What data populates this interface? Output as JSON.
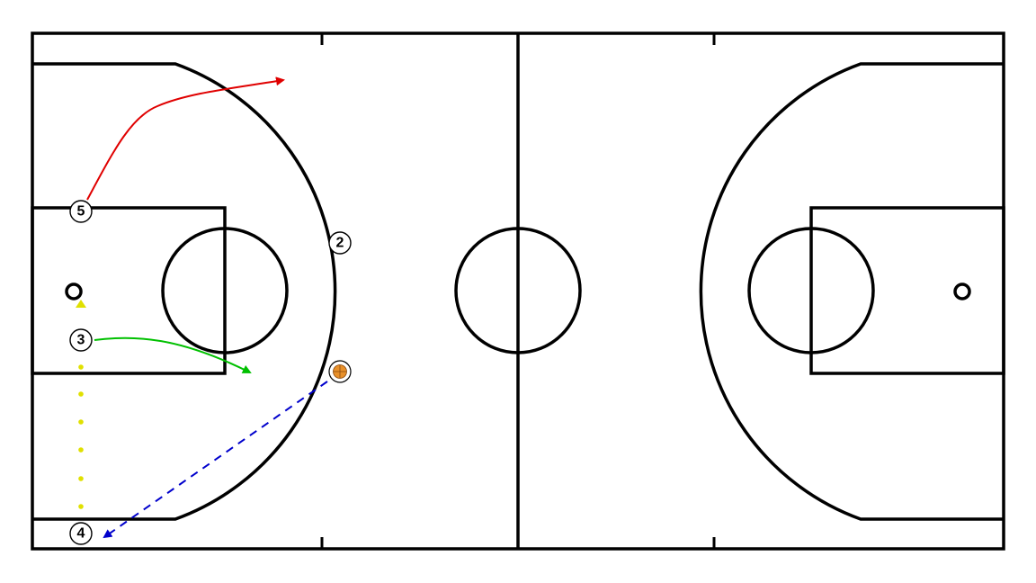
{
  "players": [
    {
      "id": "p5",
      "label": "5"
    },
    {
      "id": "p2",
      "label": "2"
    },
    {
      "id": "p3",
      "label": "3"
    },
    {
      "id": "p4",
      "label": "4"
    }
  ],
  "colors": {
    "court_lines": "#000000",
    "cut_red": "#e00000",
    "cut_green": "#00c000",
    "pass_blue": "#0000cc",
    "dribble_yellow": "#e0e000",
    "ball": "#e8902a"
  },
  "icons": {
    "ball": "basketball-icon",
    "hoop": "hoop-icon"
  }
}
